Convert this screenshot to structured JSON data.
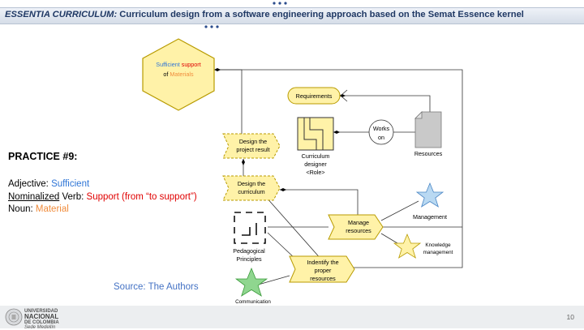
{
  "header": {
    "title_italic": "ESSENTIA CURRICULUM:",
    "title_rest": " Curriculum design from a software engineering approach based on the Semat Essence kernel"
  },
  "left": {
    "practice": "PRACTICE #9:",
    "adjective_label": "Adjective: ",
    "adjective_value": "Sufficient",
    "verb_label": "Nominalized",
    "verb_label_rest": " Verb: ",
    "verb_value": "Support (from “to support”)",
    "noun_label": "Noun: ",
    "noun_value": "Material",
    "source": "Source: The Authors"
  },
  "diagram": {
    "hexagon": {
      "word1": "Sufficient",
      "word2": "support",
      "word3": "of",
      "word4": "Materials"
    },
    "requirements": "Requirements",
    "design_result": [
      "Design the",
      "project result"
    ],
    "design_curriculum": [
      "Design the",
      "curriculum"
    ],
    "curriculum_designer": [
      "Curriculum",
      "designer",
      "<Role>"
    ],
    "works_on": [
      "Works",
      "on"
    ],
    "resources": "Resources",
    "management": "Management",
    "manage_resources": [
      "Manage",
      "resources"
    ],
    "knowledge_management": [
      "Knowledge",
      "management"
    ],
    "pedagogical": [
      "Pedagogical",
      "Principles"
    ],
    "identify": [
      "Indentify the",
      "proper",
      "resources"
    ],
    "communication": "Communication"
  },
  "footer": {
    "logo_line1": "UNIVERSIDAD",
    "logo_line2": "NACIONAL",
    "logo_line3": "DE COLOMBIA",
    "logo_line4": "Sede Medellín",
    "page_number": "10"
  },
  "colors": {
    "header_text": "#1f3864",
    "element_fill": "#fff2a8",
    "element_stroke": "#b89b00",
    "blue": "#2e75d6",
    "red": "#e00000",
    "orange": "#f08c3c"
  }
}
